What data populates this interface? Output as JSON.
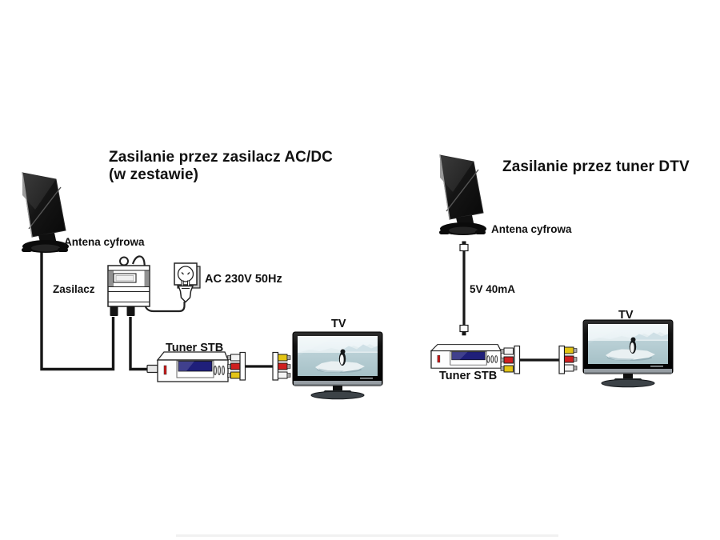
{
  "left_diagram": {
    "title_line1": "Zasilanie przez zasilacz AC/DC",
    "title_line2": "(w zestawie)",
    "antenna_label": "Antena cyfrowa",
    "adapter_label": "Zasilacz",
    "mains_label": "AC 230V 50Hz",
    "tuner_label": "Tuner STB",
    "tv_label": "TV"
  },
  "right_diagram": {
    "title": "Zasilanie przez tuner DTV",
    "antenna_label": "Antena cyfrowa",
    "cable_label": "5V 40mA",
    "tuner_label": "Tuner STB",
    "tv_label": "TV"
  },
  "colors": {
    "rca_yellow": "#e3c414",
    "rca_red": "#cf2020",
    "rca_white": "#f4f4f4",
    "stb_display": "#1f1f7a",
    "led_red": "#cc1414",
    "cable": "#161616"
  }
}
